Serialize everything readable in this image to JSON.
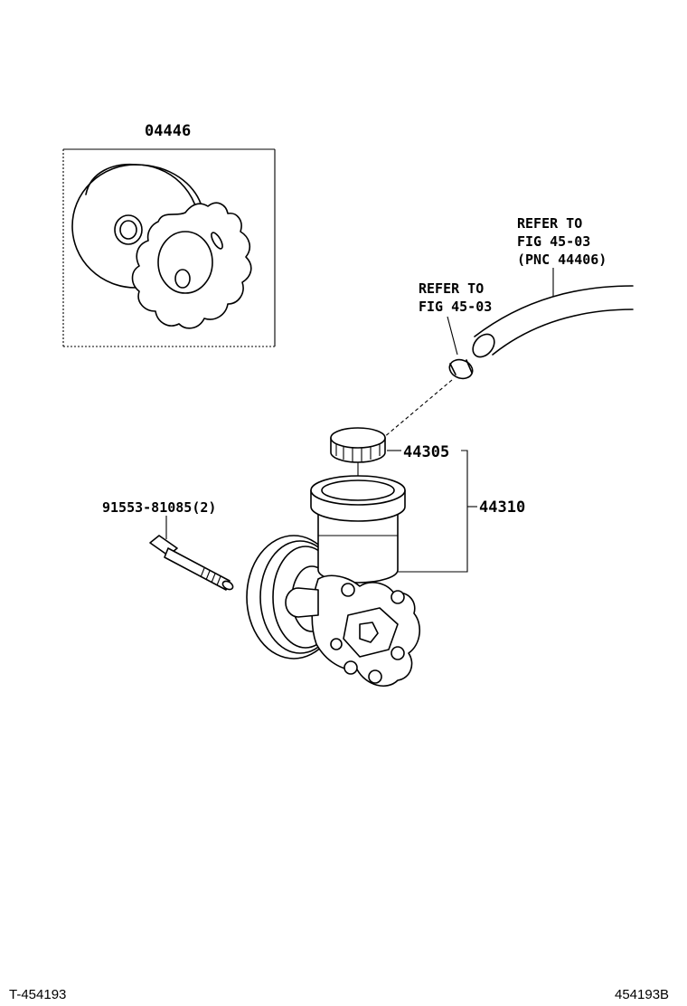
{
  "labels": {
    "kit_part": "04446",
    "hose_ref_line1": "REFER TO",
    "hose_ref_line2": "FIG 45-03",
    "hose_ref_line3": "(PNC 44406)",
    "clamp_ref_line1": "REFER TO",
    "clamp_ref_line2": "FIG 45-03",
    "cap_part": "44305",
    "pump_part": "44310",
    "bolt_part": "91553-81085(2)"
  },
  "footer": {
    "left_code": "T-454193",
    "right_code": "454193B"
  }
}
